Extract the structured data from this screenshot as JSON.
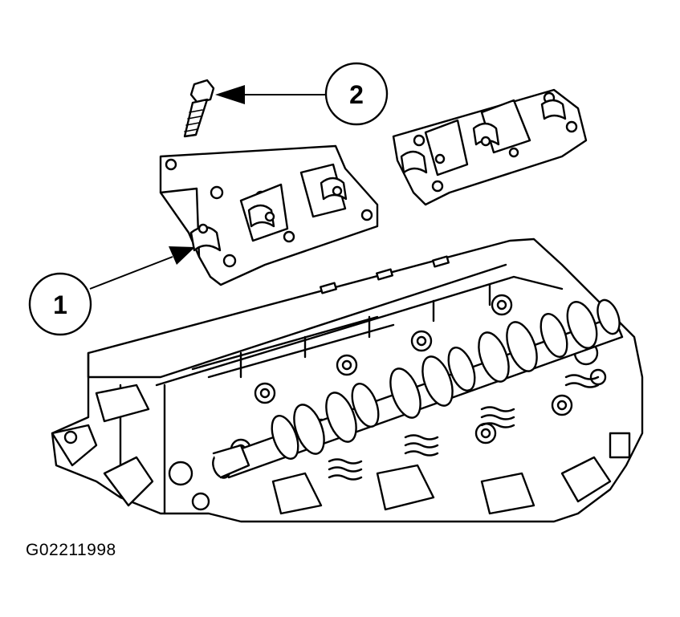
{
  "callouts": [
    {
      "id": "1",
      "label": "1"
    },
    {
      "id": "2",
      "label": "2"
    }
  ],
  "figure_code": "G02211998",
  "colors": {
    "ink": "#000000",
    "paper": "#ffffff"
  }
}
